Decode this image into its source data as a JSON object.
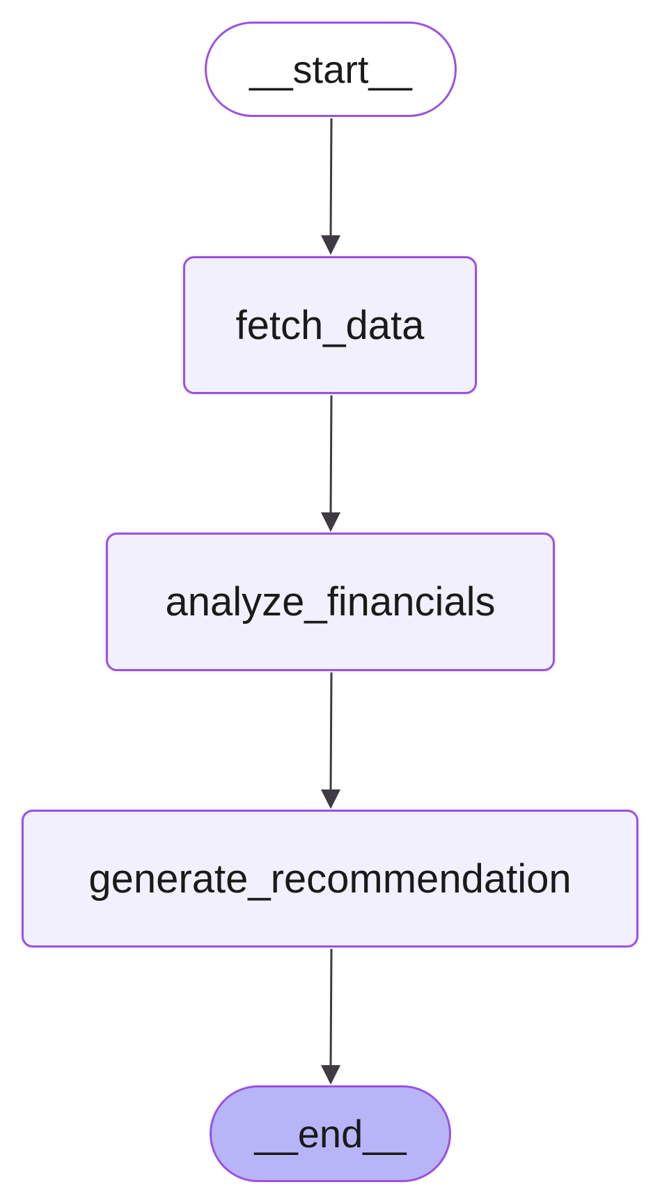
{
  "nodes": {
    "start": "__start__",
    "fetch_data": "fetch_data",
    "analyze_financials": "analyze_financials",
    "generate_recommendation": "generate_recommendation",
    "end": "__end__"
  },
  "colors": {
    "node_border": "#9b51e0",
    "node_fill": "#f1f0fc",
    "end_fill": "#b8b4f8",
    "edge": "#3f3a44",
    "text": "#1a1a1a"
  }
}
